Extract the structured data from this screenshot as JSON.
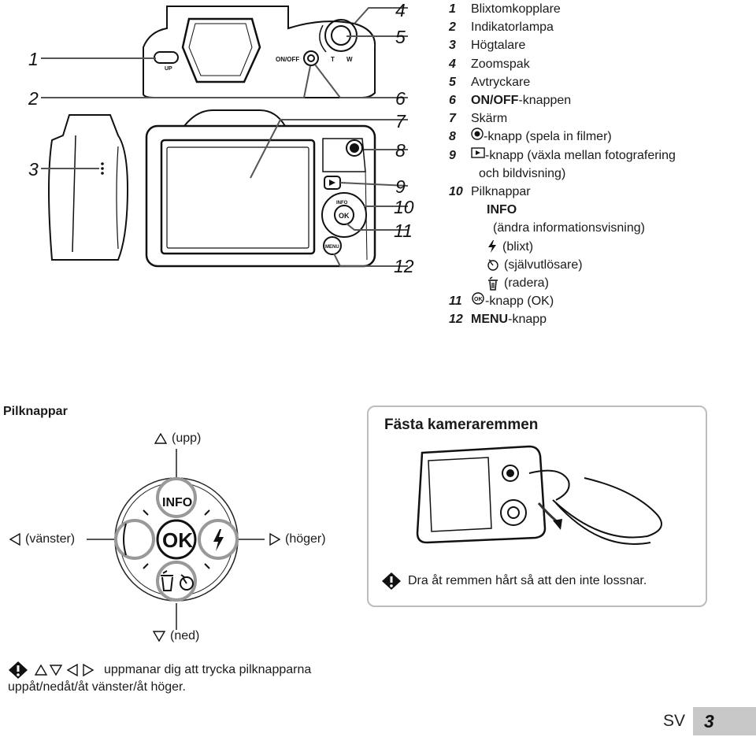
{
  "callouts": [
    "1",
    "2",
    "3",
    "4",
    "5",
    "6",
    "7",
    "8",
    "9",
    "10",
    "11",
    "12"
  ],
  "camera_top_labels": {
    "onoff": "ON/OFF",
    "zoom_t": "T",
    "zoom_w": "W",
    "flash_up": "UP"
  },
  "camera_back_labels": {
    "info": "INFO",
    "ok": "OK",
    "menu": "MENU"
  },
  "legend": {
    "items": [
      {
        "num": "1",
        "text": "Blixtomkopplare"
      },
      {
        "num": "2",
        "text": "Indikatorlampa"
      },
      {
        "num": "3",
        "text": "Högtalare"
      },
      {
        "num": "4",
        "text": "Zoomspak"
      },
      {
        "num": "5",
        "text": "Avtryckare"
      },
      {
        "num": "6",
        "bold": "ON/OFF",
        "text": "-knappen"
      },
      {
        "num": "7",
        "text": "Skärm"
      },
      {
        "num": "8",
        "text": "-knapp (spela in filmer)"
      },
      {
        "num": "9",
        "text": "-knapp (växla mellan fotografering",
        "cont": "och bildvisning)"
      },
      {
        "num": "10",
        "text": "Pilknappar"
      }
    ],
    "pil_sub": {
      "info_label": "INFO",
      "info_desc": "(ändra informationsvisning)",
      "flash_desc": "(blixt)",
      "timer_desc": "(självutlösare)",
      "delete_desc": "(radera)"
    },
    "item11": {
      "num": "11",
      "text": "-knapp (OK)"
    },
    "item12": {
      "num": "12",
      "bold": "MENU",
      "text": "-knapp"
    }
  },
  "pilknappar": {
    "title": "Pilknappar",
    "up": "(upp)",
    "down": "(ned)",
    "left": "(vänster)",
    "right": "(höger)",
    "info": "INFO",
    "ok": "OK"
  },
  "strap": {
    "title": "Fästa kameraremmen",
    "note": "Dra åt remmen hårt så att den inte lossnar."
  },
  "footer_note": {
    "line1": "uppmanar dig att trycka pilknapparna",
    "line2": "uppåt/nedåt/åt vänster/åt höger."
  },
  "page": {
    "lang": "SV",
    "number": "3"
  }
}
